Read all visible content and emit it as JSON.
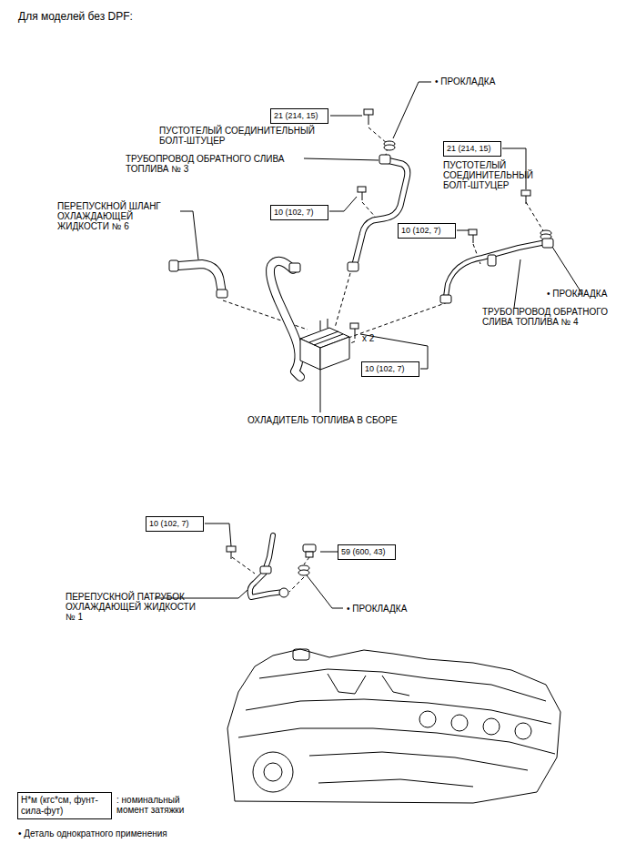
{
  "diagram": {
    "title": "Для моделей без DPF:",
    "nodes": [
      {
        "text": [
          "21 (214, 15)"
        ]
      },
      {
        "text": [
          "21 (214, 15)"
        ]
      },
      {
        "text": [
          "10 (102, 7)"
        ]
      },
      {
        "text": [
          "10 (102, 7)"
        ]
      },
      {
        "text": [
          "10 (102, 7)"
        ]
      },
      {
        "text": [
          "10 (102, 7)"
        ]
      },
      {
        "text": [
          "59 (600, 43)"
        ]
      },
      {
        "text": [
          "Н*м (кгс*см, фунт-сила-фут)"
        ]
      }
    ],
    "edges": [],
    "labels": [
      "• ПРОКЛАДКА",
      "ПУСТОТЕЛЫЙ СОЕДИНИТЕЛЬНЫЙ БОЛТ-ШТУЦЕР",
      "ТРУБОПРОВОД ОБРАТНОГО СЛИВА ТОПЛИВА № 3",
      "ПУСТОТЕЛЫЙ СОЕДИНИТЕЛЬНЫЙ БОЛТ-ШТУЦЕР",
      "ПЕРЕПУСКНОЙ ШЛАНГ ОХЛАЖДАЮЩЕЙ ЖИДКОСТИ № 6",
      "x 2",
      "• ПРОКЛАДКА",
      "ТРУБОПРОВОД ОБРАТНОГО СЛИВА ТОПЛИВА № 4",
      "ОХЛАДИТЕЛЬ ТОПЛИВА В СБОРЕ",
      "ПЕРЕПУСКНОЙ ПАТРУБОК ОХЛАЖДАЮЩЕЙ ЖИДКОСТИ № 1",
      "• ПРОКЛАДКА",
      ": номинальный момент затяжки",
      "• Деталь однократного применения"
    ]
  }
}
